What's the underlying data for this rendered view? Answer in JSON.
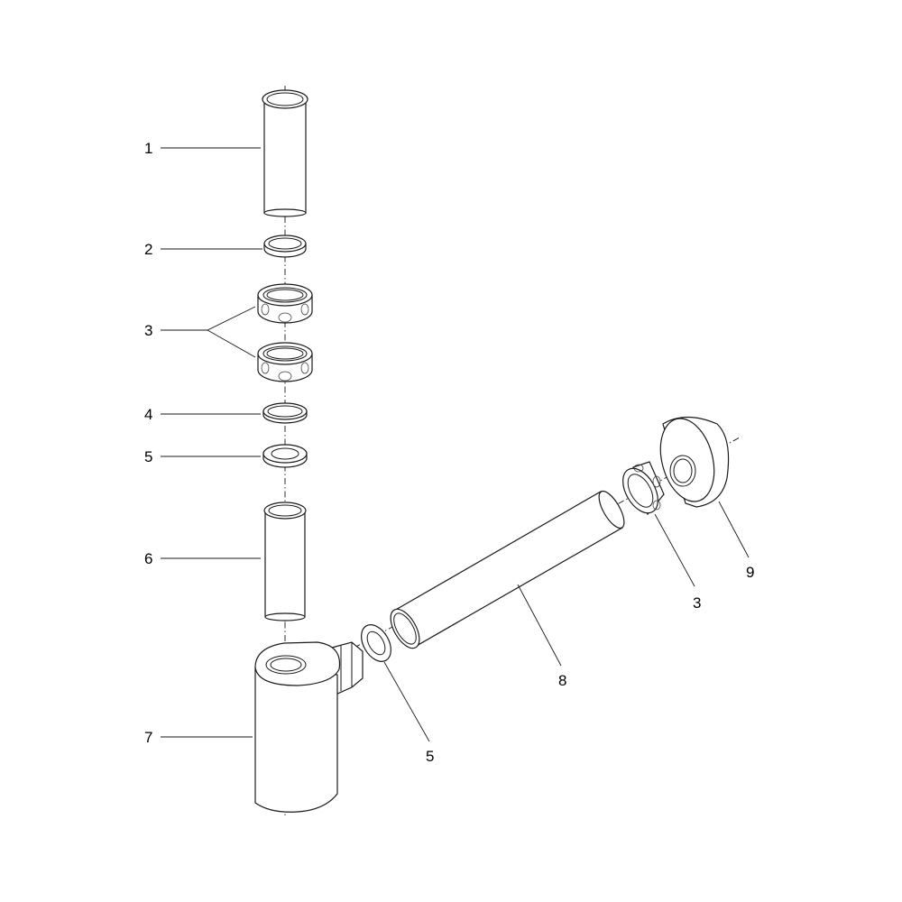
{
  "callouts": {
    "c1": "1",
    "c2": "2",
    "c3": "3",
    "c4": "4",
    "c5": "5",
    "c6": "6",
    "c7": "7",
    "c8": "8",
    "c9": "9",
    "c5b": "5",
    "c3b": "3"
  }
}
